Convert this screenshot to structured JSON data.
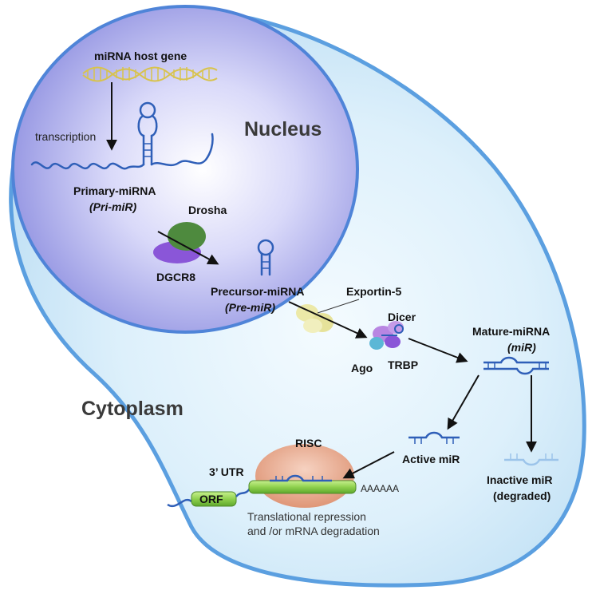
{
  "labels": {
    "host_gene": "miRNA host gene",
    "transcription": "transcription",
    "nucleus": "Nucleus",
    "primary": "Primary-miRNA",
    "pri_miR": "(Pri-miR)",
    "drosha": "Drosha",
    "dgcr8": "DGCR8",
    "precursor": "Precursor-miRNA",
    "pre_miR": "(Pre-miR)",
    "exportin": "Exportin-5",
    "dicer": "Dicer",
    "ago": "Ago",
    "trbp": "TRBP",
    "mature": "Mature-miRNA",
    "miR": "(miR)",
    "cytoplasm": "Cytoplasm",
    "risc": "RISC",
    "utr": "3’ UTR",
    "active": "Active miR",
    "inactive": "Inactive miR",
    "degraded": "(degraded)",
    "orf": "ORF",
    "polyA": "AAAAAA",
    "repression_1": "Translational repression",
    "repression_2": "and /or mRNA degradation"
  },
  "colors": {
    "cell_fill": "#cfe8f7",
    "cell_edge": "#5b9fe0",
    "nucleus_fill": "#a7a6ea",
    "nucleus_edge": "#4f84d8",
    "rna": "#2f5fb8",
    "dna": "#d8c34c",
    "drosha": "#4e8a3e",
    "dgcr8": "#8a56d8",
    "exportin": "#ece9a8",
    "risc": "#e9ab8e",
    "mrna": "#8fd14f",
    "arrow": "#111111"
  },
  "icons": [
    "dna-helix",
    "hairpin-rna",
    "protein-complex",
    "ribosome",
    "arrow"
  ]
}
